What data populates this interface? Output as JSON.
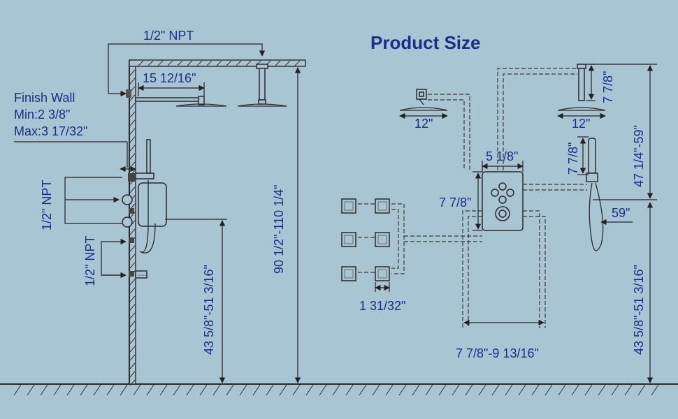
{
  "title": "Product Size",
  "left": {
    "inlet_npt_top": "1/2\" NPT",
    "arm_length": "15 12/16\"",
    "finish_wall": {
      "label": "Finish Wall",
      "min": "Min:2 3/8\"",
      "max": "Max:3 17/32\""
    },
    "valve_npt_upper": "1/2\" NPT",
    "valve_npt_lower": "1/2\" NPT",
    "valve_height": "43 5/8\"-51 3/16\"",
    "total_height": "90 1/2\"-110 1/4\""
  },
  "right": {
    "rain_head_left": "12\"",
    "rain_head_right": "12\"",
    "ceiling_arm": "7 7/8\"",
    "panel_width": "5 1/8\"",
    "panel_height": "7 7/8\"",
    "hand_holder": "7 7/8\"",
    "hose_length": "59\"",
    "body_jet_spacing": "1 31/32\"",
    "pipe_spacing": "7 7/8\"-9 13/16\"",
    "head_to_valve": "47 1/4\"-59\"",
    "valve_height": "43 5/8\"-51 3/16\""
  },
  "colors": {
    "background": "#a9c4d2",
    "text": "#1f2d86",
    "lines": "#2b2b2b"
  }
}
